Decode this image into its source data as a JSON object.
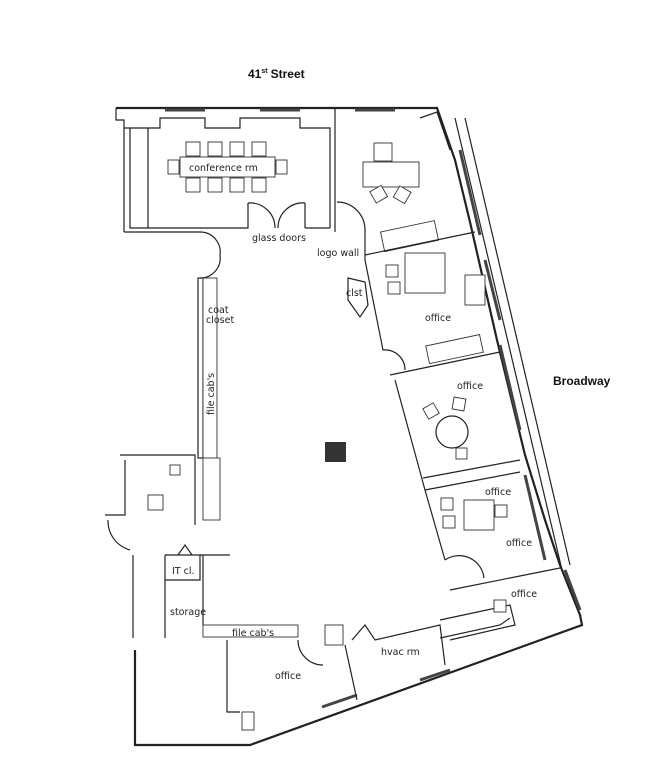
{
  "streets": {
    "north": "41",
    "north_suffix": "st",
    "north_word": "Street",
    "east": "Broadway"
  },
  "rooms": {
    "conference": "conference rm",
    "glass_doors": "glass doors",
    "logo_wall": "logo wall",
    "closet": "clst",
    "coat_closet_1": "coat",
    "coat_closet_2": "closet",
    "office_1": "office",
    "office_2": "office",
    "office_3": "office",
    "office_4": "office",
    "office_5": "office",
    "office_6": "office",
    "file_cabs_vertical": "file cab's",
    "file_cabs_horizontal": "file cab's",
    "it_closet": "IT cl.",
    "storage": "storage",
    "hvac": "hvac rm"
  },
  "colors": {
    "wall": "#222222",
    "window": "#444444",
    "column": "#333333"
  }
}
